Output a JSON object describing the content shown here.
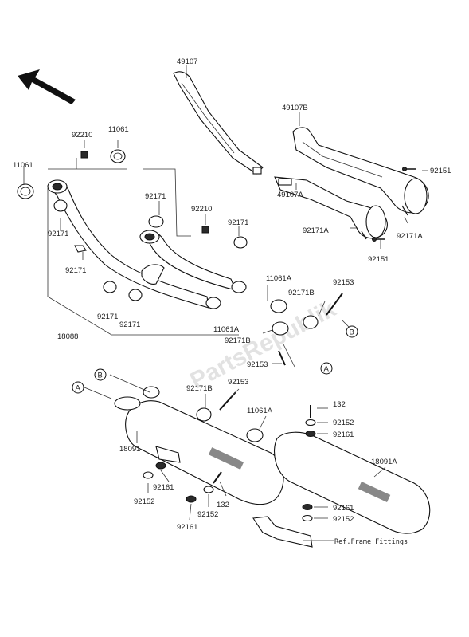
{
  "watermark": "PartsRepublik",
  "labels": {
    "p49107": "49107",
    "p49107b": "49107B",
    "p92151_top": "92151",
    "p49107a": "49107A",
    "p92171a_left": "92171A",
    "p92171a_right": "92171A",
    "p92151_bot": "92151",
    "p92210_a": "92210",
    "p11061_a": "11061",
    "p11061_b": "11061",
    "p92171_a": "92171",
    "p92210_b": "92210",
    "p92171_b": "92171",
    "p92171_c": "92171",
    "p92171_d": "92171",
    "p11061a_a": "11061A",
    "p92171b_a": "92171B",
    "p92153_a": "92153",
    "p92171_e": "92171",
    "p92171_f": "92171",
    "p18088": "18088",
    "p11061a_b": "11061A",
    "p92171b_b": "92171B",
    "p92153_b": "92153",
    "p92171b_c": "92171B",
    "p92153_c": "92153",
    "p11061a_c": "11061A",
    "p18091": "18091",
    "p132_a": "132",
    "p92152_a": "92152",
    "p92161_a": "92161",
    "p18091a": "18091A",
    "p92161_b": "92161",
    "p92152_b": "92152",
    "p132_b": "132",
    "p92152_c": "92152",
    "p92161_c": "92161",
    "p92161_d": "92161",
    "p92152_d": "92152",
    "ref_frame": "Ref.Frame Fittings",
    "callout_a1": "A",
    "callout_a2": "A",
    "callout_b1": "B",
    "callout_b2": "B"
  }
}
